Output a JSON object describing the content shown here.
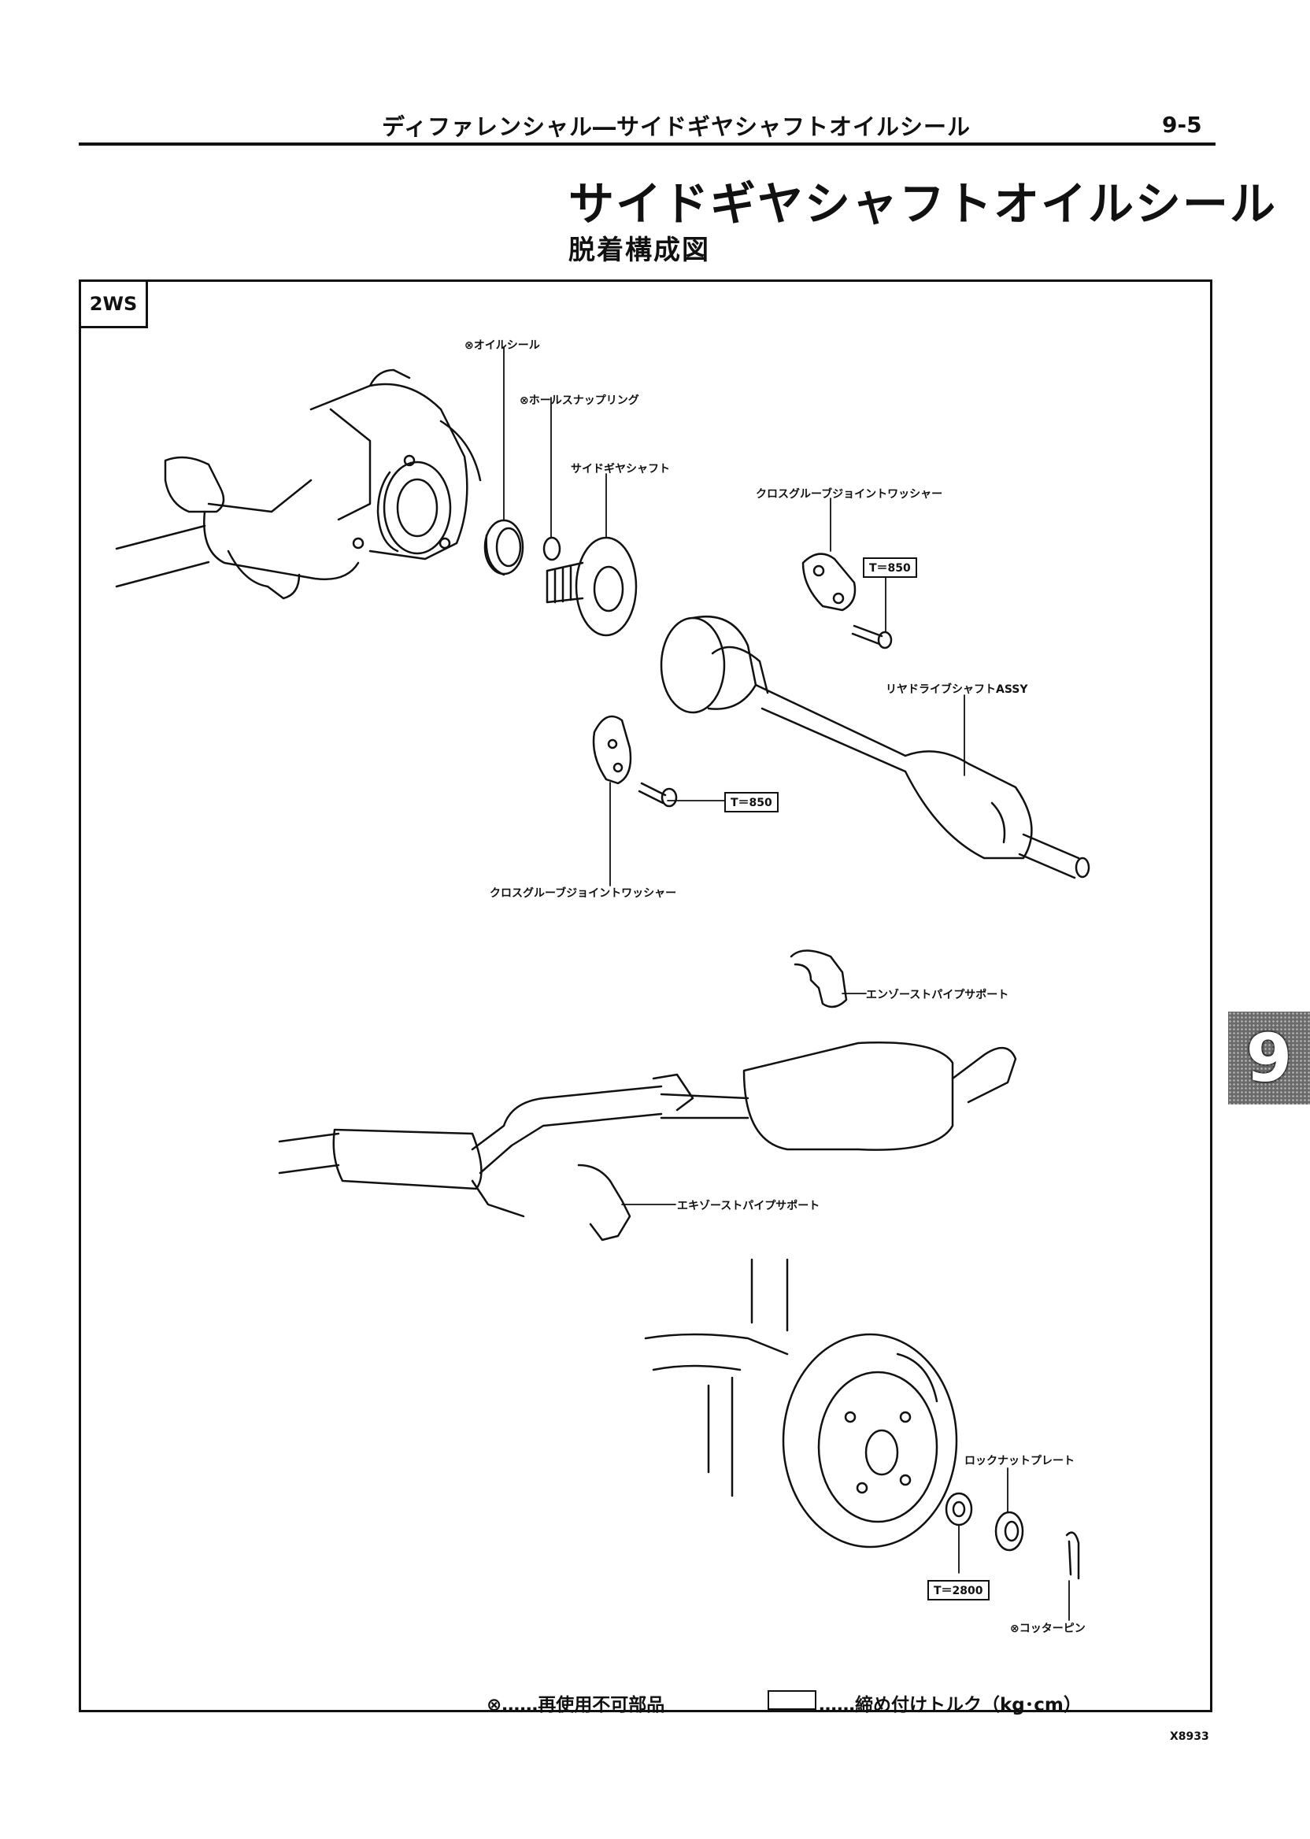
{
  "header": {
    "section_title": "ディファレンシャル―サイドギヤシャフトオイルシール",
    "page_number": "9-5"
  },
  "title": "サイドギヤシャフトオイルシール",
  "subtitle": "脱着構成図",
  "model_tag": "2WS",
  "side_tab": "9",
  "labels": {
    "oil_seal": "⊗オイルシール",
    "snap_ring": "⊗ホールスナップリング",
    "side_gear_shaft": "サイドギヤシャフト",
    "washer_top": "クロスグルーブジョイントワッシャー",
    "drive_shaft": "リヤドライブシャフトASSY",
    "washer_bottom": "クロスグルーブジョイントワッシャー",
    "exhaust_support_1": "エンゾーストパイプサポート",
    "exhaust_support_2": "エキゾーストパイプサポート",
    "lock_nut_plate": "ロックナットプレート",
    "cotter_pin": "⊗コッターピン"
  },
  "torques": {
    "t1": "T＝850",
    "t2": "T＝850",
    "t3": "T＝2800"
  },
  "legend": {
    "non_reusable": "⊗……再使用不可部品",
    "torque": "……締め付けトルク（kg･cm）"
  },
  "figure_code": "X8933"
}
